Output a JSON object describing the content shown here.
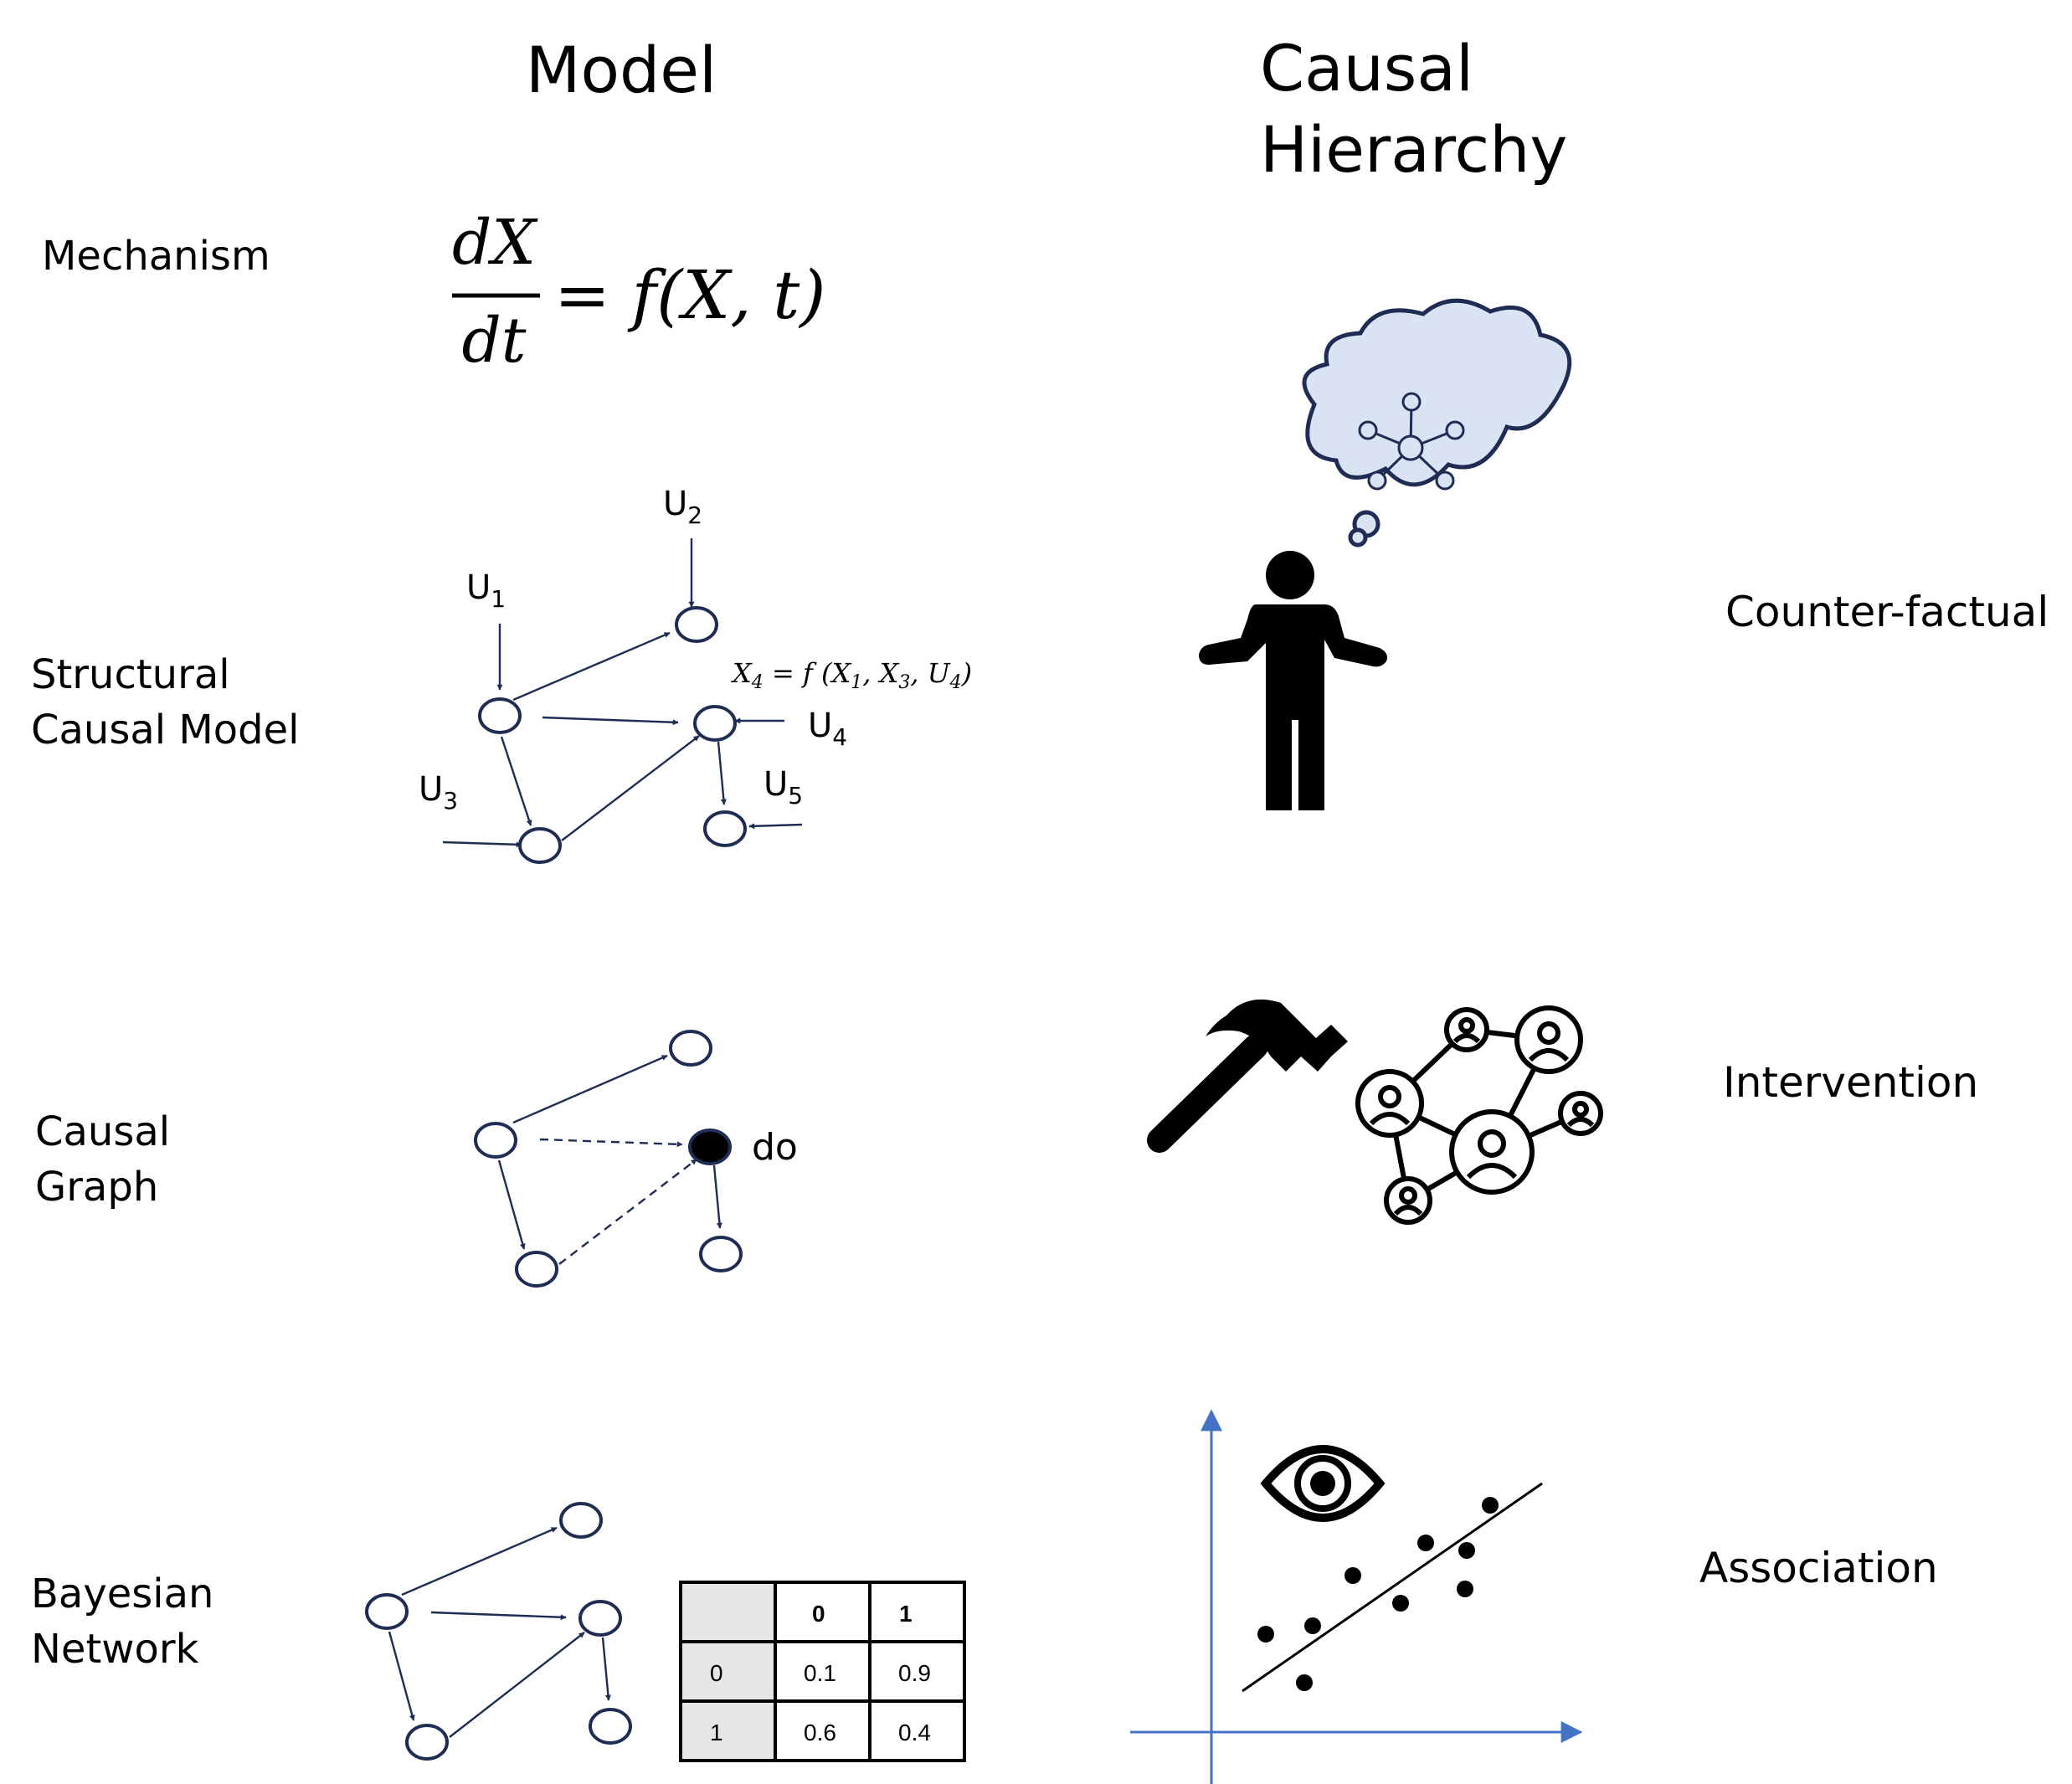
{
  "headers": {
    "model": "Model",
    "hierarchy_line1": "Causal",
    "hierarchy_line2": "Hierarchy"
  },
  "rows": {
    "mechanism": "Mechanism",
    "scm_line1": "Structural",
    "scm_line2": "Causal Model",
    "graph_line1": "Causal",
    "graph_line2": "Graph",
    "bayes_line1": "Bayesian",
    "bayes_line2": "Network"
  },
  "equation": {
    "numerator": "dX",
    "denominator": "dt",
    "rhs": "= f(X, t)"
  },
  "scm": {
    "u1": "U",
    "u1_sub": "1",
    "u2": "U",
    "u2_sub": "2",
    "u3": "U",
    "u3_sub": "3",
    "u4": "U",
    "u4_sub": "4",
    "u5": "U",
    "u5_sub": "5",
    "eq_lhs": "X",
    "eq_lhs_sub": "4",
    "eq_rhs_start": " = f (X",
    "eq_s1": "1",
    "eq_mid1": ", X",
    "eq_s3": "3",
    "eq_mid2": ", U",
    "eq_s4": "4",
    "eq_end": ")"
  },
  "graph": {
    "do_label": "do"
  },
  "cpt": {
    "header": [
      "",
      "0",
      "1"
    ],
    "rows": [
      [
        "0",
        "0.1",
        "0.9"
      ],
      [
        "1",
        "0.6",
        "0.4"
      ]
    ]
  },
  "hierarchy": {
    "counterfactual": "Counter-factual",
    "intervention": "Intervention",
    "association": "Association"
  },
  "icons": {
    "thinking": "thinking-person-icon",
    "hammer": "hammer-icon",
    "network": "people-network-icon",
    "eye": "eye-icon",
    "scatter": "scatter-plot-icon"
  },
  "colors": {
    "node_stroke": "#1f2d54",
    "cloud_fill": "#dae3f3",
    "axis_blue": "#4472c4",
    "table_header": "#e6e6e6"
  }
}
